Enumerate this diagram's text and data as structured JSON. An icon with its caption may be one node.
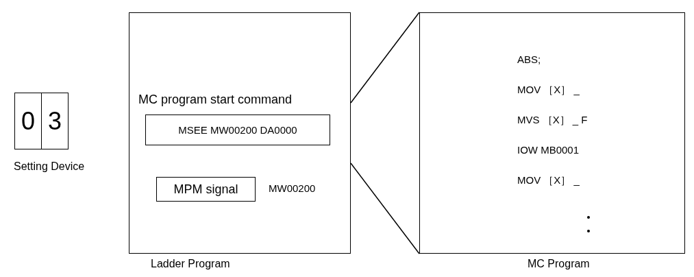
{
  "diagram": {
    "nodes": [
      {
        "text": [
          "0"
        ]
      },
      {
        "text": [
          "3"
        ]
      },
      {
        "text": [
          "Ladder Program"
        ]
      },
      {
        "text": [
          "MC program start command",
          "MSEE MW00200 DA0000"
        ],
        "in": 2
      },
      {
        "text": [
          "MPM signal"
        ],
        "in": 2,
        "beside": [
          "MW00200"
        ]
      },
      {
        "text": [
          "ABS;",
          "MOV ［X］ _",
          "MVS ［X］ _ F",
          "IOW MB0001",
          "MOV ［X］ _",
          "MC Program"
        ]
      }
    ],
    "edges": [
      {
        "from": 2,
        "to": 5,
        "arrow": "none"
      },
      {
        "from": 2,
        "to": 5,
        "arrow": "none"
      }
    ],
    "labels": [
      "Setting Device"
    ]
  }
}
